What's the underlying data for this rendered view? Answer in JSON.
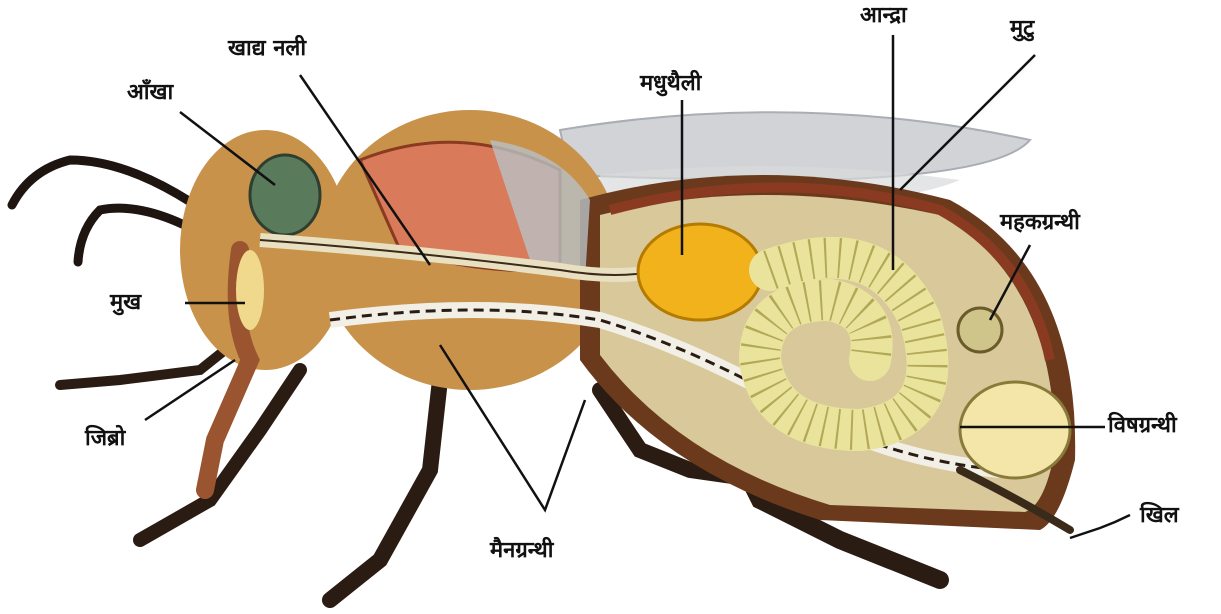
{
  "labels": {
    "eye": "आँखा",
    "food_tube": "खाद्य नली",
    "honey_sac": "मधुथैली",
    "intestine": "आन्द्रा",
    "heart": "मुटु",
    "scent_gland": "महकग्रन्थी",
    "mouth": "मुख",
    "tongue": "जिब्रो",
    "wax_gland": "मैनग्रन्थी",
    "venom_gland": "विषग्रन्थी",
    "sting": "खिल"
  },
  "colors": {
    "pointer_line": "#111111",
    "body_brown": "#6b3a1c",
    "fur": "#c8924a",
    "muscle": "#d97a5a",
    "honey_sac": "#f2b21c",
    "gut_coil": "#e9e39c",
    "venom_sac": "#f4e6a8",
    "wing": "#c9ccd0",
    "eye_green": "#5a7a5c",
    "leg_dark": "#2a1c12"
  }
}
